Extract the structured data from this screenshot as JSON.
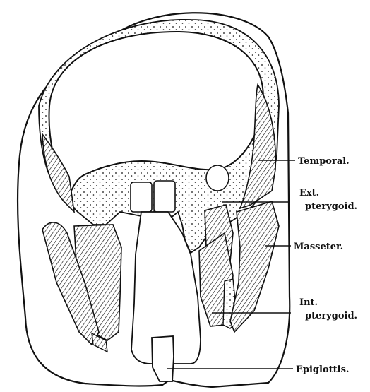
{
  "labels": {
    "temporal": "Temporal.",
    "ext_line1": "Ext.",
    "ext_line2": "pterygoid.",
    "masseter": "Masseter.",
    "int_line1": "Int.",
    "int_line2": "pterygoid.",
    "epiglottis": "Epiglottis."
  },
  "colors": {
    "ink": "#111111",
    "paper": "#ffffff"
  }
}
